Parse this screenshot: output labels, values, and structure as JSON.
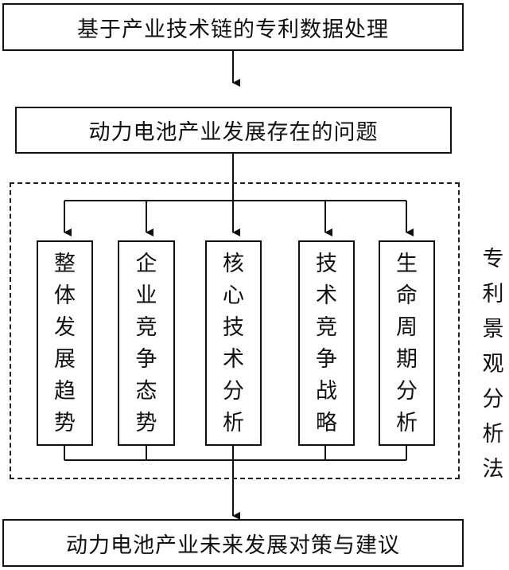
{
  "top_box": "基于产业技术链的专利数据处理",
  "problem_box": "动力电池产业发展存在的问题",
  "columns": [
    {
      "label": "整体发展趋势"
    },
    {
      "label": "企业竞争态势"
    },
    {
      "label": "核心技术分析"
    },
    {
      "label": "技术竞争战略"
    },
    {
      "label": "生命周期分析"
    }
  ],
  "side_label": "专利景观分析法",
  "bottom_box": "动力电池产业未来发展对策与建议"
}
